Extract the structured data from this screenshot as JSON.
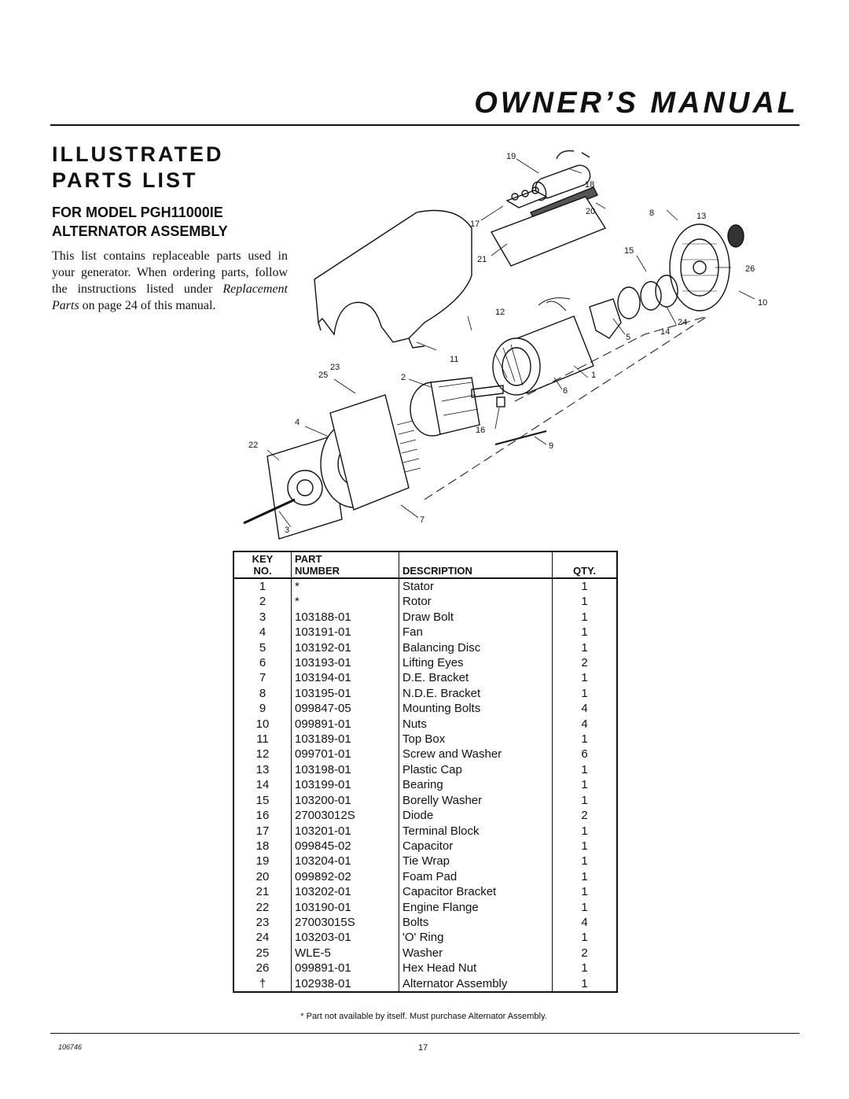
{
  "header": {
    "title": "OWNER’S MANUAL"
  },
  "section": {
    "title_line1": "ILLUSTRATED",
    "title_line2": "PARTS LIST",
    "subtitle_line1": "FOR MODEL PGH11000IE",
    "subtitle_line2": "ALTERNATOR ASSEMBLY"
  },
  "intro": {
    "text_before": "This list contains replaceable parts used in your generator. When ordering parts, follow the instructions listed under ",
    "emphasis": "Replacement Parts",
    "text_after": " on page 24 of this manual."
  },
  "diagram": {
    "callouts": [
      "19",
      "18",
      "20",
      "8",
      "13",
      "17",
      "21",
      "15",
      "26",
      "10",
      "12",
      "24",
      "14",
      "5",
      "11",
      "23",
      "25",
      "2",
      "1",
      "6",
      "4",
      "16",
      "22",
      "9",
      "7",
      "3"
    ]
  },
  "table": {
    "headers": {
      "key_line1": "KEY",
      "key_line2": "NO.",
      "part_line1": "PART",
      "part_line2": "NUMBER",
      "description": "DESCRIPTION",
      "qty": "QTY."
    },
    "rows": [
      {
        "key": "1",
        "part": "*",
        "desc": "Stator",
        "qty": "1"
      },
      {
        "key": "2",
        "part": "*",
        "desc": "Rotor",
        "qty": "1"
      },
      {
        "key": "3",
        "part": "103188-01",
        "desc": "Draw Bolt",
        "qty": "1"
      },
      {
        "key": "4",
        "part": "103191-01",
        "desc": "Fan",
        "qty": "1"
      },
      {
        "key": "5",
        "part": "103192-01",
        "desc": "Balancing Disc",
        "qty": "1"
      },
      {
        "key": "6",
        "part": "103193-01",
        "desc": "Lifting Eyes",
        "qty": "2"
      },
      {
        "key": "7",
        "part": "103194-01",
        "desc": "D.E. Bracket",
        "qty": "1"
      },
      {
        "key": "8",
        "part": "103195-01",
        "desc": "N.D.E. Bracket",
        "qty": "1"
      },
      {
        "key": "9",
        "part": "099847-05",
        "desc": "Mounting Bolts",
        "qty": "4"
      },
      {
        "key": "10",
        "part": "099891-01",
        "desc": "Nuts",
        "qty": "4"
      },
      {
        "key": "11",
        "part": "103189-01",
        "desc": "Top Box",
        "qty": "1"
      },
      {
        "key": "12",
        "part": "099701-01",
        "desc": "Screw and Washer",
        "qty": "6"
      },
      {
        "key": "13",
        "part": "103198-01",
        "desc": "Plastic Cap",
        "qty": "1"
      },
      {
        "key": "14",
        "part": "103199-01",
        "desc": "Bearing",
        "qty": "1"
      },
      {
        "key": "15",
        "part": "103200-01",
        "desc": "Borelly Washer",
        "qty": "1"
      },
      {
        "key": "16",
        "part": "27003012S",
        "desc": "Diode",
        "qty": "2"
      },
      {
        "key": "17",
        "part": "103201-01",
        "desc": "Terminal Block",
        "qty": "1"
      },
      {
        "key": "18",
        "part": "099845-02",
        "desc": "Capacitor",
        "qty": "1"
      },
      {
        "key": "19",
        "part": "103204-01",
        "desc": "Tie Wrap",
        "qty": "1"
      },
      {
        "key": "20",
        "part": "099892-02",
        "desc": "Foam Pad",
        "qty": "1"
      },
      {
        "key": "21",
        "part": "103202-01",
        "desc": "Capacitor Bracket",
        "qty": "1"
      },
      {
        "key": "22",
        "part": "103190-01",
        "desc": "Engine Flange",
        "qty": "1"
      },
      {
        "key": "23",
        "part": "27003015S",
        "desc": "Bolts",
        "qty": "4"
      },
      {
        "key": "24",
        "part": "103203-01",
        "desc": "'O' Ring",
        "qty": "1"
      },
      {
        "key": "25",
        "part": "WLE-5",
        "desc": "Washer",
        "qty": "2"
      },
      {
        "key": "26",
        "part": "099891-01",
        "desc": "Hex Head Nut",
        "qty": "1"
      },
      {
        "key": "†",
        "part": "102938-01",
        "desc": "Alternator Assembly",
        "qty": "1"
      }
    ]
  },
  "footnote": "* Part not available by itself. Must purchase Alternator Assembly.",
  "footer": {
    "doc_code": "106746",
    "page": "17"
  }
}
